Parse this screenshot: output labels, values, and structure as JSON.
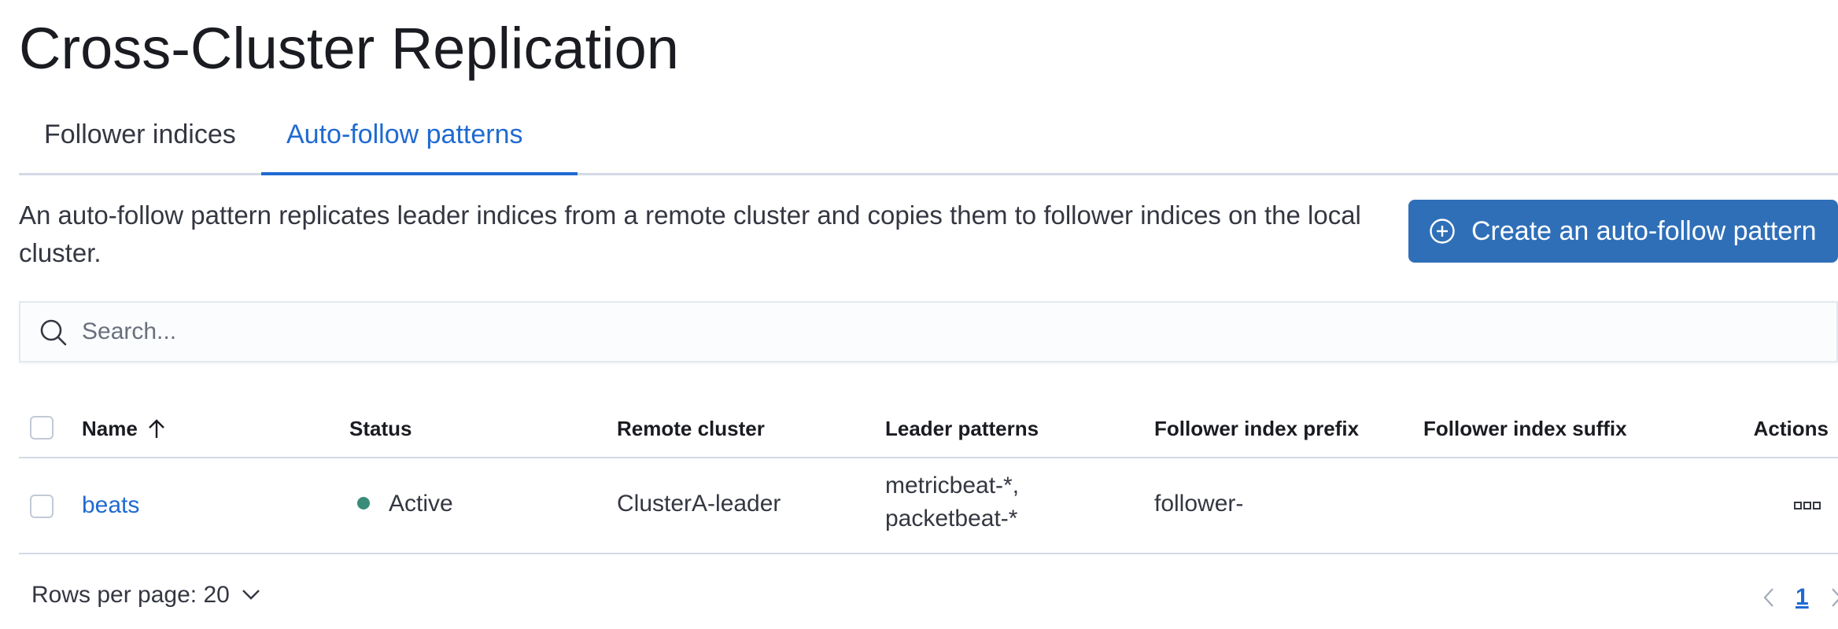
{
  "page": {
    "title": "Cross-Cluster Replication"
  },
  "tabs": [
    {
      "label": "Follower indices",
      "active": false
    },
    {
      "label": "Auto-follow patterns",
      "active": true
    }
  ],
  "description": "An auto-follow pattern replicates leader indices from a remote cluster and copies them to follower indices on the local cluster.",
  "create_button": {
    "label": "Create an auto-follow pattern",
    "icon": "plus-circle-icon"
  },
  "search": {
    "placeholder": "Search...",
    "value": "",
    "icon": "search-icon"
  },
  "table": {
    "columns": {
      "name": "Name",
      "status": "Status",
      "remote_cluster": "Remote cluster",
      "leader_patterns": "Leader patterns",
      "follower_prefix": "Follower index prefix",
      "follower_suffix": "Follower index suffix",
      "actions": "Actions"
    },
    "sort": {
      "column": "Name",
      "direction": "ascending"
    },
    "rows": [
      {
        "name": "beats",
        "status": "Active",
        "remote_cluster": "ClusterA-leader",
        "leader_patterns_line1": "metricbeat-*,",
        "leader_patterns_line2": "packetbeat-*",
        "follower_prefix": "follower-",
        "follower_suffix": ""
      }
    ]
  },
  "pagination": {
    "rows_per_page_label": "Rows per page: 20",
    "current_page": "1"
  },
  "colors": {
    "accent": "#1f6ad1",
    "button_bg": "#2f6fb8",
    "status_active": "#3a8c7a",
    "border": "#d3dae6"
  }
}
